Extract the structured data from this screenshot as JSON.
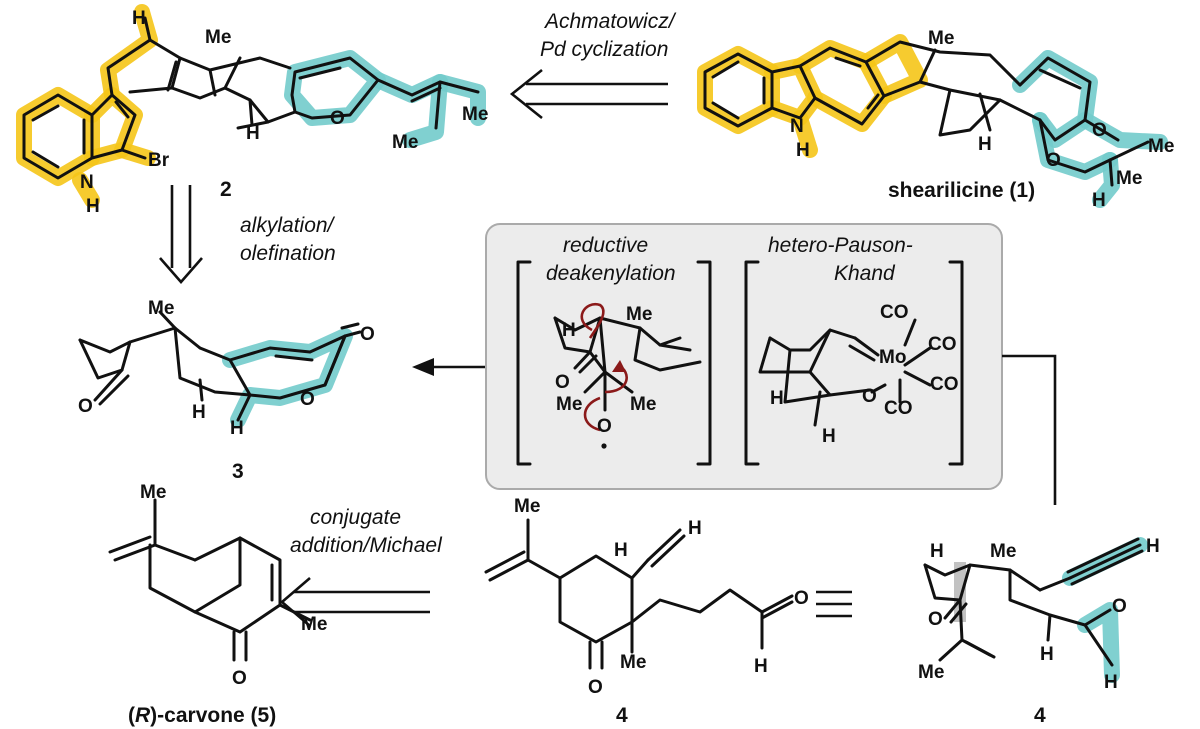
{
  "compounds": {
    "c1": "shearilicine (1)",
    "c2": "2",
    "c3": "3",
    "c4a": "4",
    "c4b": "4",
    "c5_prefix": "(",
    "c5_r": "R",
    "c5_suffix": ")-carvone (5)"
  },
  "steps": {
    "top_1": "Achmatowicz/",
    "top_2": "Pd cyclization",
    "left_1": "alkylation/",
    "left_2": "olefination",
    "bottom_1": "conjugate",
    "bottom_2": "addition/Michael",
    "box_a_1": "reductive",
    "box_a_2": "deakenylation",
    "box_b_1": "hetero-Pauson-",
    "box_b_2": "Khand"
  },
  "atoms": {
    "me": "Me",
    "h": "H",
    "o": "O",
    "br": "Br",
    "n": "N",
    "co": "CO",
    "mo": "Mo"
  },
  "colors": {
    "yellow_highlight": "#f5c518",
    "teal_highlight": "#72cbcb",
    "mechanism_arrow": "#8b1a1a",
    "box_fill": "#ececec",
    "box_stroke": "#aaaaaa"
  }
}
